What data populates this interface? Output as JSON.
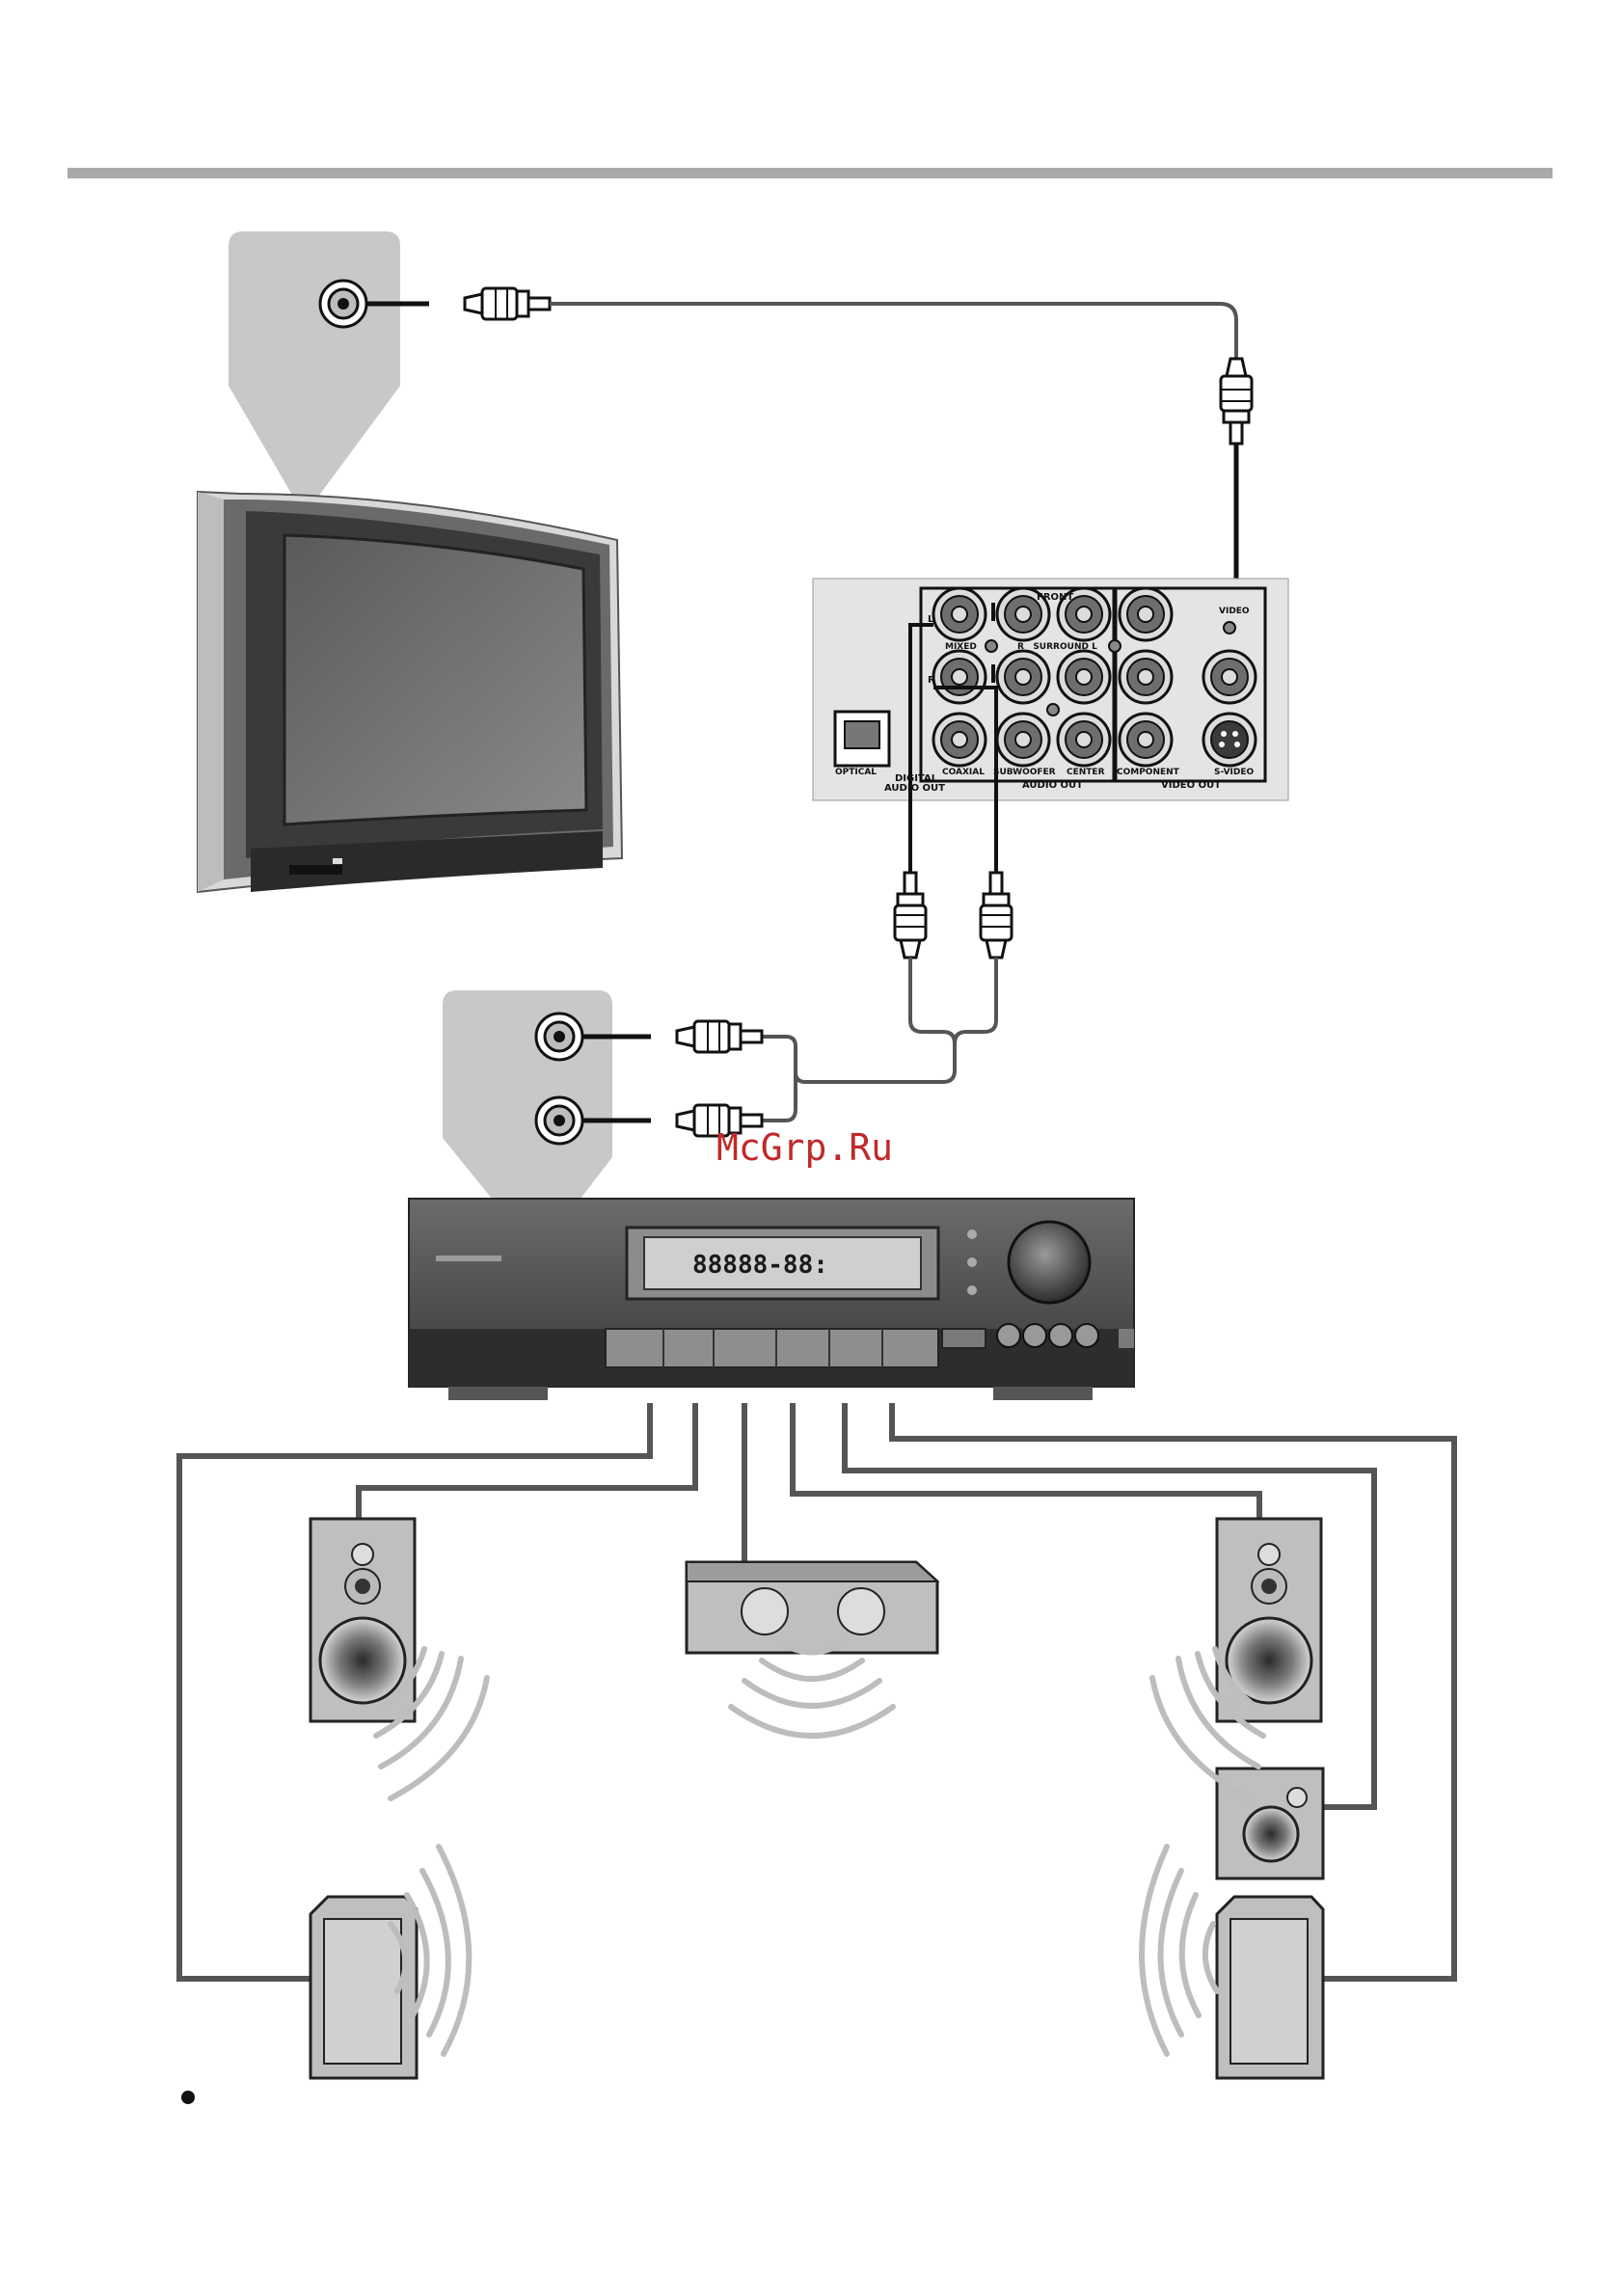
{
  "panel": {
    "front": "FRONT",
    "l": "L",
    "r": "R",
    "mixed": "MIXED",
    "r_surround_l": "R   SURROUND L",
    "video": "VIDEO",
    "optical": "OPTICAL",
    "digital": "DIGITAL",
    "digital_audio_out": "AUDIO OUT",
    "coaxial": "COAXIAL",
    "subwoofer": "SUBWOOFER",
    "center": "CENTER",
    "audio_out": "AUDIO OUT",
    "component": "COMPONENT",
    "s_video": "S-VIDEO",
    "video_out": "VIDEO OUT"
  },
  "receiver": {
    "display": "88888-88:"
  },
  "watermark": "McGrp.Ru",
  "colors": {
    "rule": "#a9a9a9",
    "input_panel": "#c8c8c8",
    "cable": "#555555",
    "watermark": "#c0292a"
  }
}
